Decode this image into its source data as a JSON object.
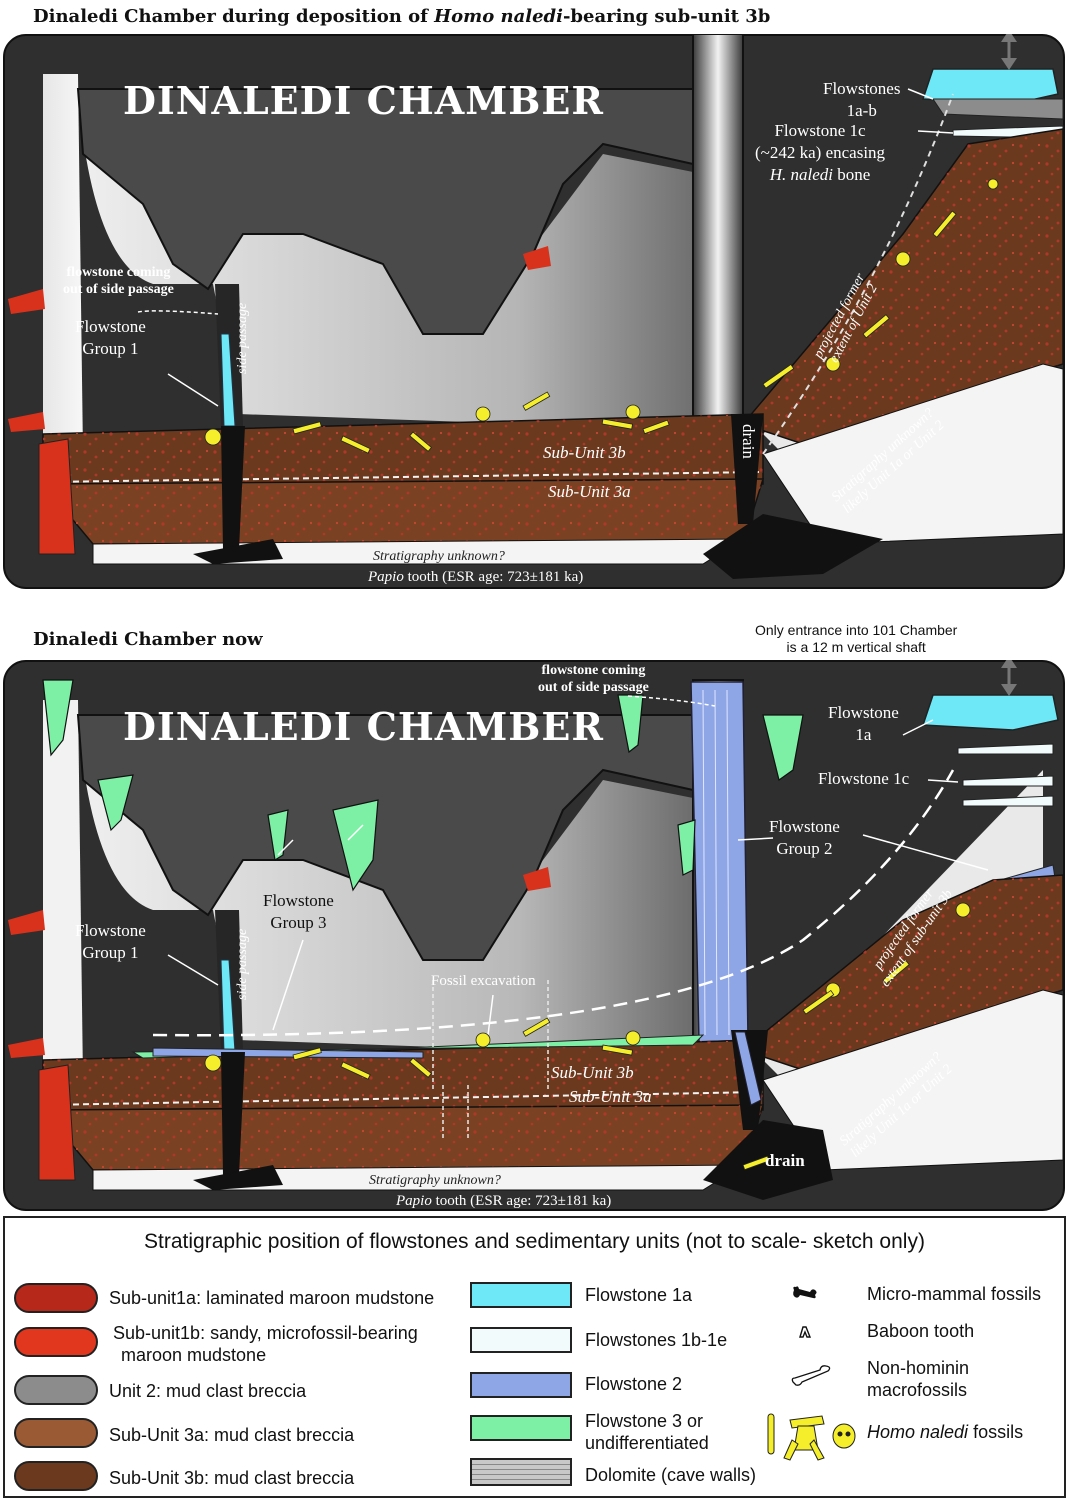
{
  "top_panel": {
    "caption_pre": "Dinaledi Chamber during deposition of ",
    "caption_italic": "Homo naledi",
    "caption_post": "-bearing sub-unit 3b",
    "chamber_title": "DINALEDI CHAMBER",
    "flowstones_1ab": [
      "Flowstones",
      "1a-b"
    ],
    "flowstone_1c": [
      "Flowstone 1c",
      "(~242 ka) encasing"
    ],
    "flowstone_1c_bone": "bone",
    "flowstone_1c_bone_italic": "H. naledi",
    "flowstone_side": [
      "flowstone coming",
      "out of side passage"
    ],
    "flowstone_group1": [
      "Flowstone",
      "Group 1"
    ],
    "side_passage": "side passage",
    "projected": [
      "projected former",
      "extent of Unit 2"
    ],
    "drain": "drain",
    "sub_unit_3b": "Sub-Unit 3b",
    "sub_unit_3a": "Sub-Unit 3a",
    "strat_unknown_right": [
      "Stratigraphy unknown?",
      "likely Unit 1a or Unit 2"
    ],
    "strat_unknown_bottom": "Stratigraphy unknown?",
    "papio_italic": "Papio",
    "papio_rest": " tooth (ESR age: 723±181 ka)"
  },
  "bottom_panel": {
    "caption": "Dinaledi Chamber now",
    "entrance_note": [
      "Only entrance into 101 Chamber",
      "is a 12 m vertical shaft"
    ],
    "chamber_title": "DINALEDI CHAMBER",
    "flowstone_side": [
      "flowstone coming",
      "out of side passage"
    ],
    "flowstone_1a": [
      "Flowstone",
      "1a"
    ],
    "flowstone_1c": "Flowstone 1c",
    "flowstone_group2": [
      "Flowstone",
      "Group 2"
    ],
    "flowstone_group3": [
      "Flowstone",
      "Group 3"
    ],
    "flowstone_group1": [
      "Flowstone",
      "Group 1"
    ],
    "side_passage": "side passage",
    "fossil_excavation": "Fossil excavation",
    "projected": [
      "projected former",
      "extent of sub-unit 3b"
    ],
    "drain": "drain",
    "sub_unit_3b": "Sub-Unit 3b",
    "sub_unit_3a": "Sub-Unit 3a",
    "strat_unknown_right": [
      "Stratigraphy unknown?",
      "likely Unit 1a or Unit 2"
    ],
    "strat_unknown_bottom": "Stratigraphy unknown?",
    "papio_italic": "Papio",
    "papio_rest": " tooth (ESR age: 723±181 ka)"
  },
  "legend": {
    "title": "Stratigraphic position of flowstones and sedimentary units (not to scale- sketch only)",
    "col1": [
      {
        "label": "Sub-unit1a: laminated maroon mudstone",
        "color": "#b5281a"
      },
      {
        "label": "Sub-unit1b: sandy, microfossil-bearing",
        "label2": "maroon mudstone",
        "color": "#e2371f"
      },
      {
        "label": "Unit 2: mud clast breccia",
        "color": "#8c8c8c"
      },
      {
        "label": "Sub-Unit 3a: mud clast  breccia",
        "color": "#9a5a34"
      },
      {
        "label": "Sub-Unit 3b: mud clast breccia",
        "color": "#6b3a1e"
      }
    ],
    "col2": [
      {
        "label": "Flowstone 1a",
        "color": "#6ee8f7"
      },
      {
        "label": "Flowstones 1b-1e",
        "color": "#f2fbfb"
      },
      {
        "label": "Flowstone 2",
        "color": "#8fa6e6"
      },
      {
        "label": "Flowstone 3 or",
        "label2": "undifferentiated",
        "color": "#7ef0a6"
      },
      {
        "label": "Dolomite (cave walls)",
        "color": "#c8c8c8"
      }
    ],
    "col3": [
      {
        "label": "Micro-mammal fossils",
        "icon": "micro-mammal-bone-icon"
      },
      {
        "label": "Baboon tooth",
        "icon": "baboon-tooth-icon"
      },
      {
        "label": "Non-hominin",
        "label2": "macrofossils",
        "icon": "macrofossil-bone-icon"
      },
      {
        "label_italic": "Homo naledi",
        "label": " fossils",
        "icon": "homo-naledi-skeleton-icon"
      }
    ]
  },
  "colors": {
    "cave_dark": "#3a3a3a",
    "sediment_3b": "#6b3a1e",
    "sediment_3a": "#7a4222",
    "fossil_yellow": "#f5ee2a",
    "flowstone_cyan": "#6ee8f7",
    "flowstone_blue": "#8fa6e6",
    "flowstone_green": "#7ef0a6",
    "mudstone_red": "#d8321c"
  }
}
